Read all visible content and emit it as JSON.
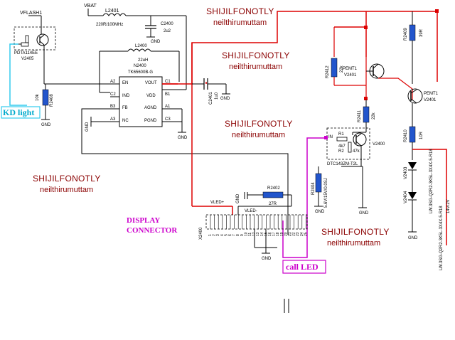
{
  "watermarks": [
    {
      "line1": "SHIJILFONOTLY",
      "line2": "neilthirumuttam"
    },
    {
      "line1": "SHIJILFONOTLY",
      "line2": "neilthirumuttam"
    },
    {
      "line1": "SHIJILFONOTLY",
      "line2": "neilthirumuttam"
    },
    {
      "line1": "SHIJILFONOTLY",
      "line2": "neilthirumuttam"
    },
    {
      "line1": "SHIJILFONOTLY",
      "line2": "neilthirumuttam"
    }
  ],
  "annotations": {
    "display_line1": "DISPLAY",
    "display_line2": "CONNECTOR",
    "kd_light": "KD light",
    "call_led": "call LED"
  },
  "nets": {
    "vflash1": "VFLASH1",
    "vbat": "VBAT",
    "vled_plus": "VLED+",
    "vled_minus": "VLED-",
    "in": "IN"
  },
  "components": {
    "l2401": {
      "ref": "L2401",
      "value": "220R/100MHz"
    },
    "c2400": {
      "ref": "C2400",
      "value": "2u2"
    },
    "l2400": {
      "ref": "L2400",
      "value": "22uH"
    },
    "n2400": {
      "ref": "N2400",
      "part": "TK65600B-G",
      "pins_left": [
        {
          "num": "A2",
          "name": "EN"
        },
        {
          "num": "C2",
          "name": "IND"
        },
        {
          "num": "B3",
          "name": "FB"
        },
        {
          "num": "A3",
          "name": "NC"
        }
      ],
      "pins_right": [
        {
          "num": "C1",
          "name": "VOUT"
        },
        {
          "num": "B1",
          "name": "VDD"
        },
        {
          "num": "A1",
          "name": "AGND"
        },
        {
          "num": "C3",
          "name": "PGND"
        }
      ]
    },
    "c2401": {
      "ref": "C2401",
      "value": "1u0"
    },
    "pdta": {
      "part": "PDTA114EE",
      "ref": "V2405"
    },
    "r2408": {
      "ref": "R2408",
      "value": "10k"
    },
    "r2412": {
      "ref": "R2412",
      "value": "22k"
    },
    "pemt1_v2401_a": {
      "part": "PEMT1",
      "ref": "V2401"
    },
    "pemt1_v2401_b": {
      "part": "PEMT1",
      "ref": "V2401"
    },
    "r2409": {
      "ref": "R2409",
      "value": "39R"
    },
    "r2411": {
      "ref": "R2411",
      "value": "22k"
    },
    "r2410": {
      "ref": "R2410",
      "value": "10R"
    },
    "dtc": {
      "part": "DTC143ZM-T2L",
      "ref": "V2400",
      "r1": "R1",
      "r1v": "4k7",
      "r2": "R2",
      "r2v": "47k"
    },
    "r2402": {
      "ref": "R2402",
      "value": "27R"
    },
    "r2404": {
      "ref": "R2404",
      "value": "5.6V/15V/0.0SJ"
    },
    "v2403": {
      "ref": "V2403"
    },
    "v2404": {
      "ref": "V2404"
    },
    "led_part": {
      "text": "LW.3SG-Q2R2-3K5L-3X4X-5-R18"
    },
    "led_part2": {
      "text": "LW.3SG-Q2R2-3K5L-3X4X-5-R18"
    },
    "led_v": {
      "text": "14V/2V"
    },
    "x2400": {
      "ref": "X2400",
      "pins": [
        "1",
        "2",
        "3",
        "4",
        "5",
        "6",
        "7",
        "8",
        "9",
        "10",
        "11",
        "12",
        "13",
        "14",
        "15",
        "16",
        "17",
        "18",
        "19",
        "20",
        "21",
        "22",
        "23",
        "24",
        "25"
      ]
    }
  },
  "gnd": "GND"
}
